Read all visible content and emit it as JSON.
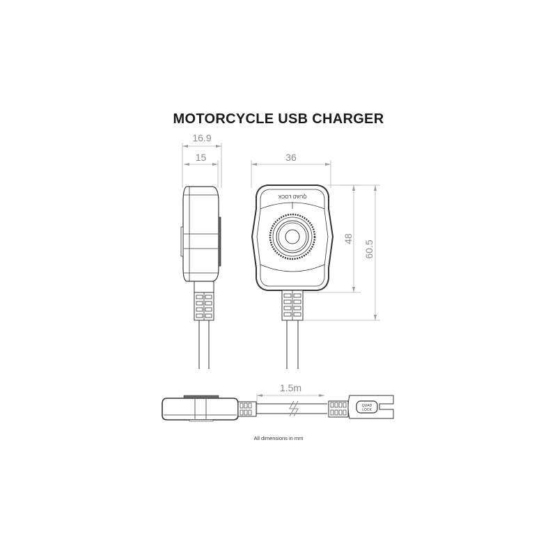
{
  "title": "MOTORCYCLE USB CHARGER",
  "dimensions": {
    "side_overall_depth": "16.9",
    "side_body_depth": "15",
    "front_width": "36",
    "front_body_height": "48",
    "front_overall_height": "60.5",
    "cable_length": "1.5m"
  },
  "brand_marking": "QUAD LOCK",
  "note": "All dimensions in mm",
  "colors": {
    "line": "#333333",
    "dimension": "#9a9a9a",
    "text": "#1a1a1a"
  }
}
